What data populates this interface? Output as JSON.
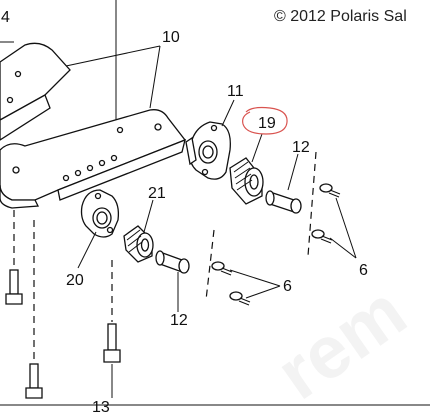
{
  "copyright": "© 2012 Polaris Sal",
  "watermark": "rem",
  "callouts": {
    "c10": "10",
    "c11": "11",
    "c19": "19",
    "c12_top": "12",
    "c21": "21",
    "c20": "20",
    "c6_mid": "6",
    "c6_right": "6",
    "c12_bottom": "12",
    "c13": "13",
    "c4": "4"
  },
  "colors": {
    "ink": "#111111",
    "highlight_circle": "#d9534f",
    "watermark": "#f3f3f3"
  }
}
